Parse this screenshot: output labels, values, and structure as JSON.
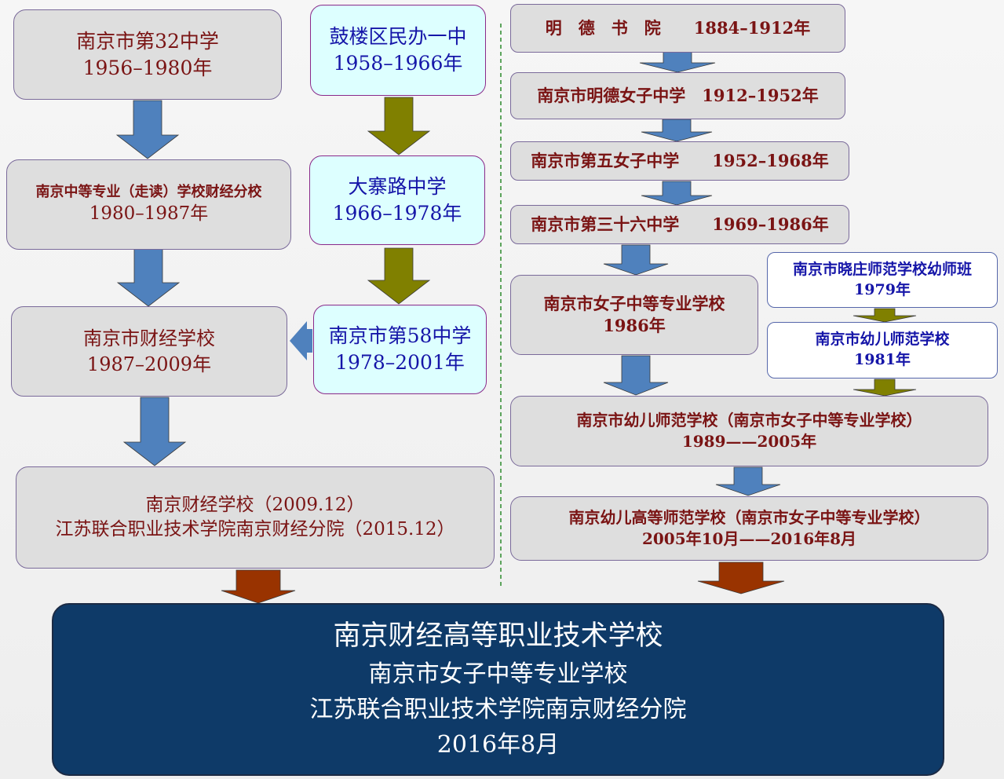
{
  "left_column": {
    "boxes": [
      {
        "name": "nanjing-32-middle-school",
        "lines": [
          "南京市第32中学",
          "1956–1980年"
        ]
      },
      {
        "name": "nanjing-vocational-finance-branch",
        "lines": [
          "南京中等专业（走读）学校财经分校",
          "1980–1987年"
        ]
      },
      {
        "name": "nanjing-finance-school",
        "lines": [
          "南京市财经学校",
          "1987–2009年"
        ]
      },
      {
        "name": "nanjing-finance-school-2009",
        "lines": [
          "南京财经学校（2009.12）",
          "江苏联合职业技术学院南京财经分院（2015.12）"
        ]
      }
    ]
  },
  "middle_column": {
    "boxes": [
      {
        "name": "gulou-minban-school",
        "lines": [
          "鼓楼区民办一中",
          "1958–1966年"
        ]
      },
      {
        "name": "dazhailu-middle-school",
        "lines": [
          "大寨路中学",
          "1966–1978年"
        ]
      },
      {
        "name": "nanjing-58-middle-school",
        "lines": [
          "南京市第58中学",
          "1978–2001年"
        ]
      }
    ]
  },
  "right_column": {
    "boxes": [
      {
        "name": "mingde-academy",
        "lines": [
          "明　德　书　院　　1884–1912年"
        ]
      },
      {
        "name": "mingde-girls-school",
        "lines": [
          "南京市明德女子中学　1912–1952年"
        ]
      },
      {
        "name": "fifth-girls-school",
        "lines": [
          "南京市第五女子中学　　1952–1968年"
        ]
      },
      {
        "name": "thirty-sixth-middle-school",
        "lines": [
          "南京市第三十六中学　　1969–1986年"
        ]
      },
      {
        "name": "women-vocational-school",
        "lines": [
          "南京市女子中等专业学校",
          "1986年"
        ]
      },
      {
        "name": "kindergarten-teacher-school",
        "lines": [
          "南京市幼儿师范学校（南京市女子中等专业学校）",
          "1989——2005年"
        ]
      },
      {
        "name": "preschool-teachers-college",
        "lines": [
          "南京幼儿高等师范学校（南京市女子中等专业学校）",
          "2005年10月——2016年8月"
        ]
      }
    ]
  },
  "branch": {
    "boxes": [
      {
        "name": "xiaozhuang-normal-preschool-class",
        "lines": [
          "南京市晓庄师范学校幼师班",
          "1979年"
        ]
      },
      {
        "name": "nanjing-kindergarten-normal-school",
        "lines": [
          "南京市幼儿师范学校",
          "1981年"
        ]
      }
    ]
  },
  "final": {
    "lines": [
      "南京财经高等职业技术学校",
      "南京市女子中等专业学校",
      "江苏联合职业技术学院南京财经分院",
      "2016年8月"
    ]
  },
  "colors": {
    "arrow_blue": "#4f81bd",
    "arrow_olive": "#808000",
    "arrow_brown": "#993300",
    "final_bg": "#0e3a68",
    "divider": "#2a8a2a"
  }
}
